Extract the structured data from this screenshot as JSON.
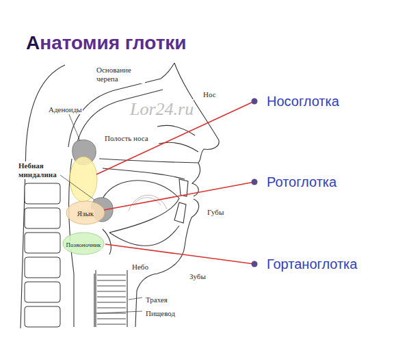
{
  "diagram": {
    "title": "Анатомия глотки",
    "labels": [
      "Основание черепа",
      "Аденоиды",
      "Нос",
      "Полость носа",
      "Небная миндалина",
      "Язык",
      "Губы",
      "Позвоночник",
      "Небо",
      "Зубы",
      "Трахея",
      "Пищевод",
      "Носоглотка",
      "Ротоглотка",
      "Гортаноглотка",
      "Lor24.ru"
    ]
  }
}
